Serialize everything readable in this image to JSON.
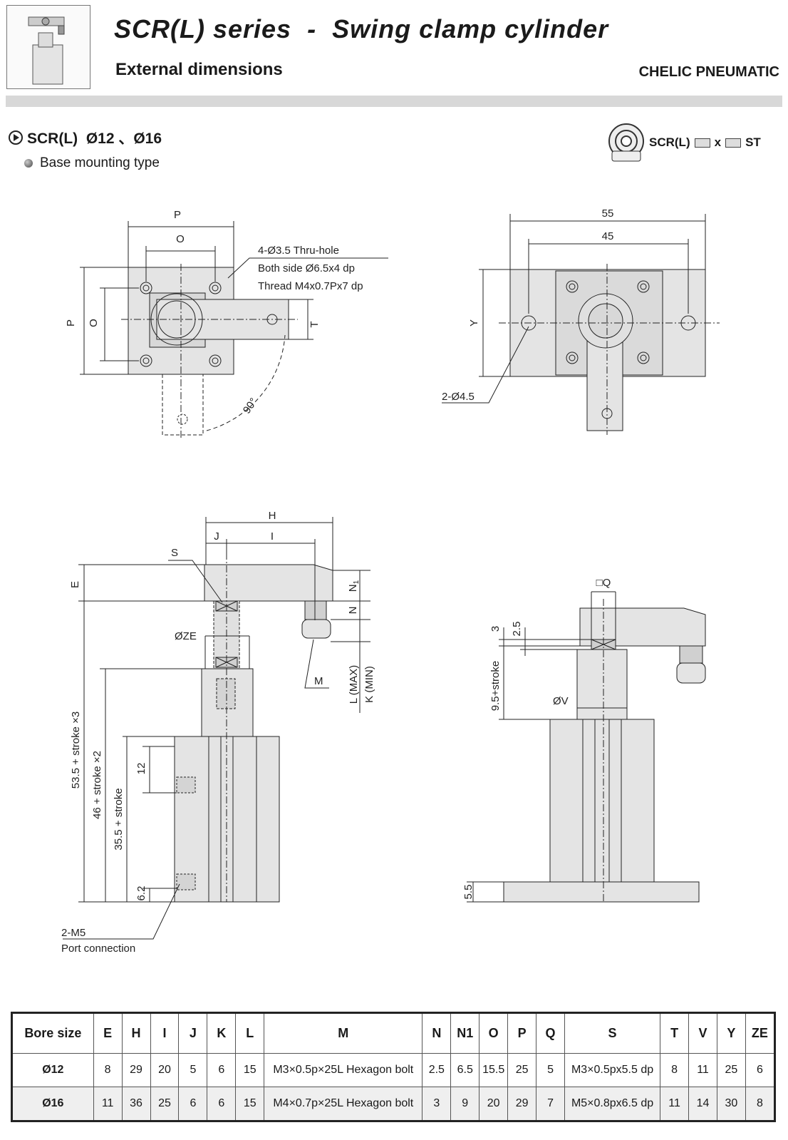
{
  "header": {
    "title": "SCR(L) series  -  Swing clamp cylinder",
    "subtitle": "External dimensions",
    "brand": "CHELIC PNEUMATIC"
  },
  "section": {
    "title": "SCR(L)  Ø12 、Ø16",
    "mounting": "Base mounting type"
  },
  "order_code": {
    "prefix": "SCR(L)",
    "sep": "x",
    "suffix": "ST"
  },
  "drawing_labels": {
    "top_p": "P",
    "top_o": "O",
    "left_p": "P",
    "left_o": "O",
    "t": "T",
    "hole_1": "4-Ø3.5 Thru-hole",
    "hole_2": "Both side Ø6.5x4 dp",
    "hole_3": "Thread M4x0.7Px7 dp",
    "angle": "90°",
    "w55": "55",
    "w45": "45",
    "y": "Y",
    "hole_small": "2-Ø4.5",
    "h": "H",
    "j": "J",
    "i": "I",
    "s": "S",
    "e": "E",
    "n1": "N",
    "n1_sub": "1",
    "n": "N",
    "ze": "ØZE",
    "m": "M",
    "lmax": "L (MAX)",
    "kmin": "K (MIN)",
    "d53": "53.5 + stroke ×3",
    "d46": "46 + stroke ×2",
    "d35": "35.5 + stroke",
    "d12": "12",
    "d62": "6.2",
    "port1": "2-M5",
    "port2": "Port connection",
    "q": "□Q",
    "d3": "3",
    "d25": "2.5",
    "d95": "9.5+stroke",
    "v": "ØV",
    "d55": "5.5"
  },
  "table": {
    "headers": [
      "Bore size",
      "E",
      "H",
      "I",
      "J",
      "K",
      "L",
      "M",
      "N",
      "N1",
      "O",
      "P",
      "Q",
      "S",
      "T",
      "V",
      "Y",
      "ZE"
    ],
    "rows": [
      [
        "Ø12",
        "8",
        "29",
        "20",
        "5",
        "6",
        "15",
        "M3×0.5p×25L Hexagon bolt",
        "2.5",
        "6.5",
        "15.5",
        "25",
        "5",
        "M3×0.5px5.5 dp",
        "8",
        "11",
        "25",
        "6"
      ],
      [
        "Ø16",
        "11",
        "36",
        "25",
        "6",
        "6",
        "15",
        "M4×0.7p×25L Hexagon bolt",
        "3",
        "9",
        "20",
        "29",
        "7",
        "M5×0.8px6.5 dp",
        "11",
        "14",
        "30",
        "8"
      ]
    ]
  }
}
